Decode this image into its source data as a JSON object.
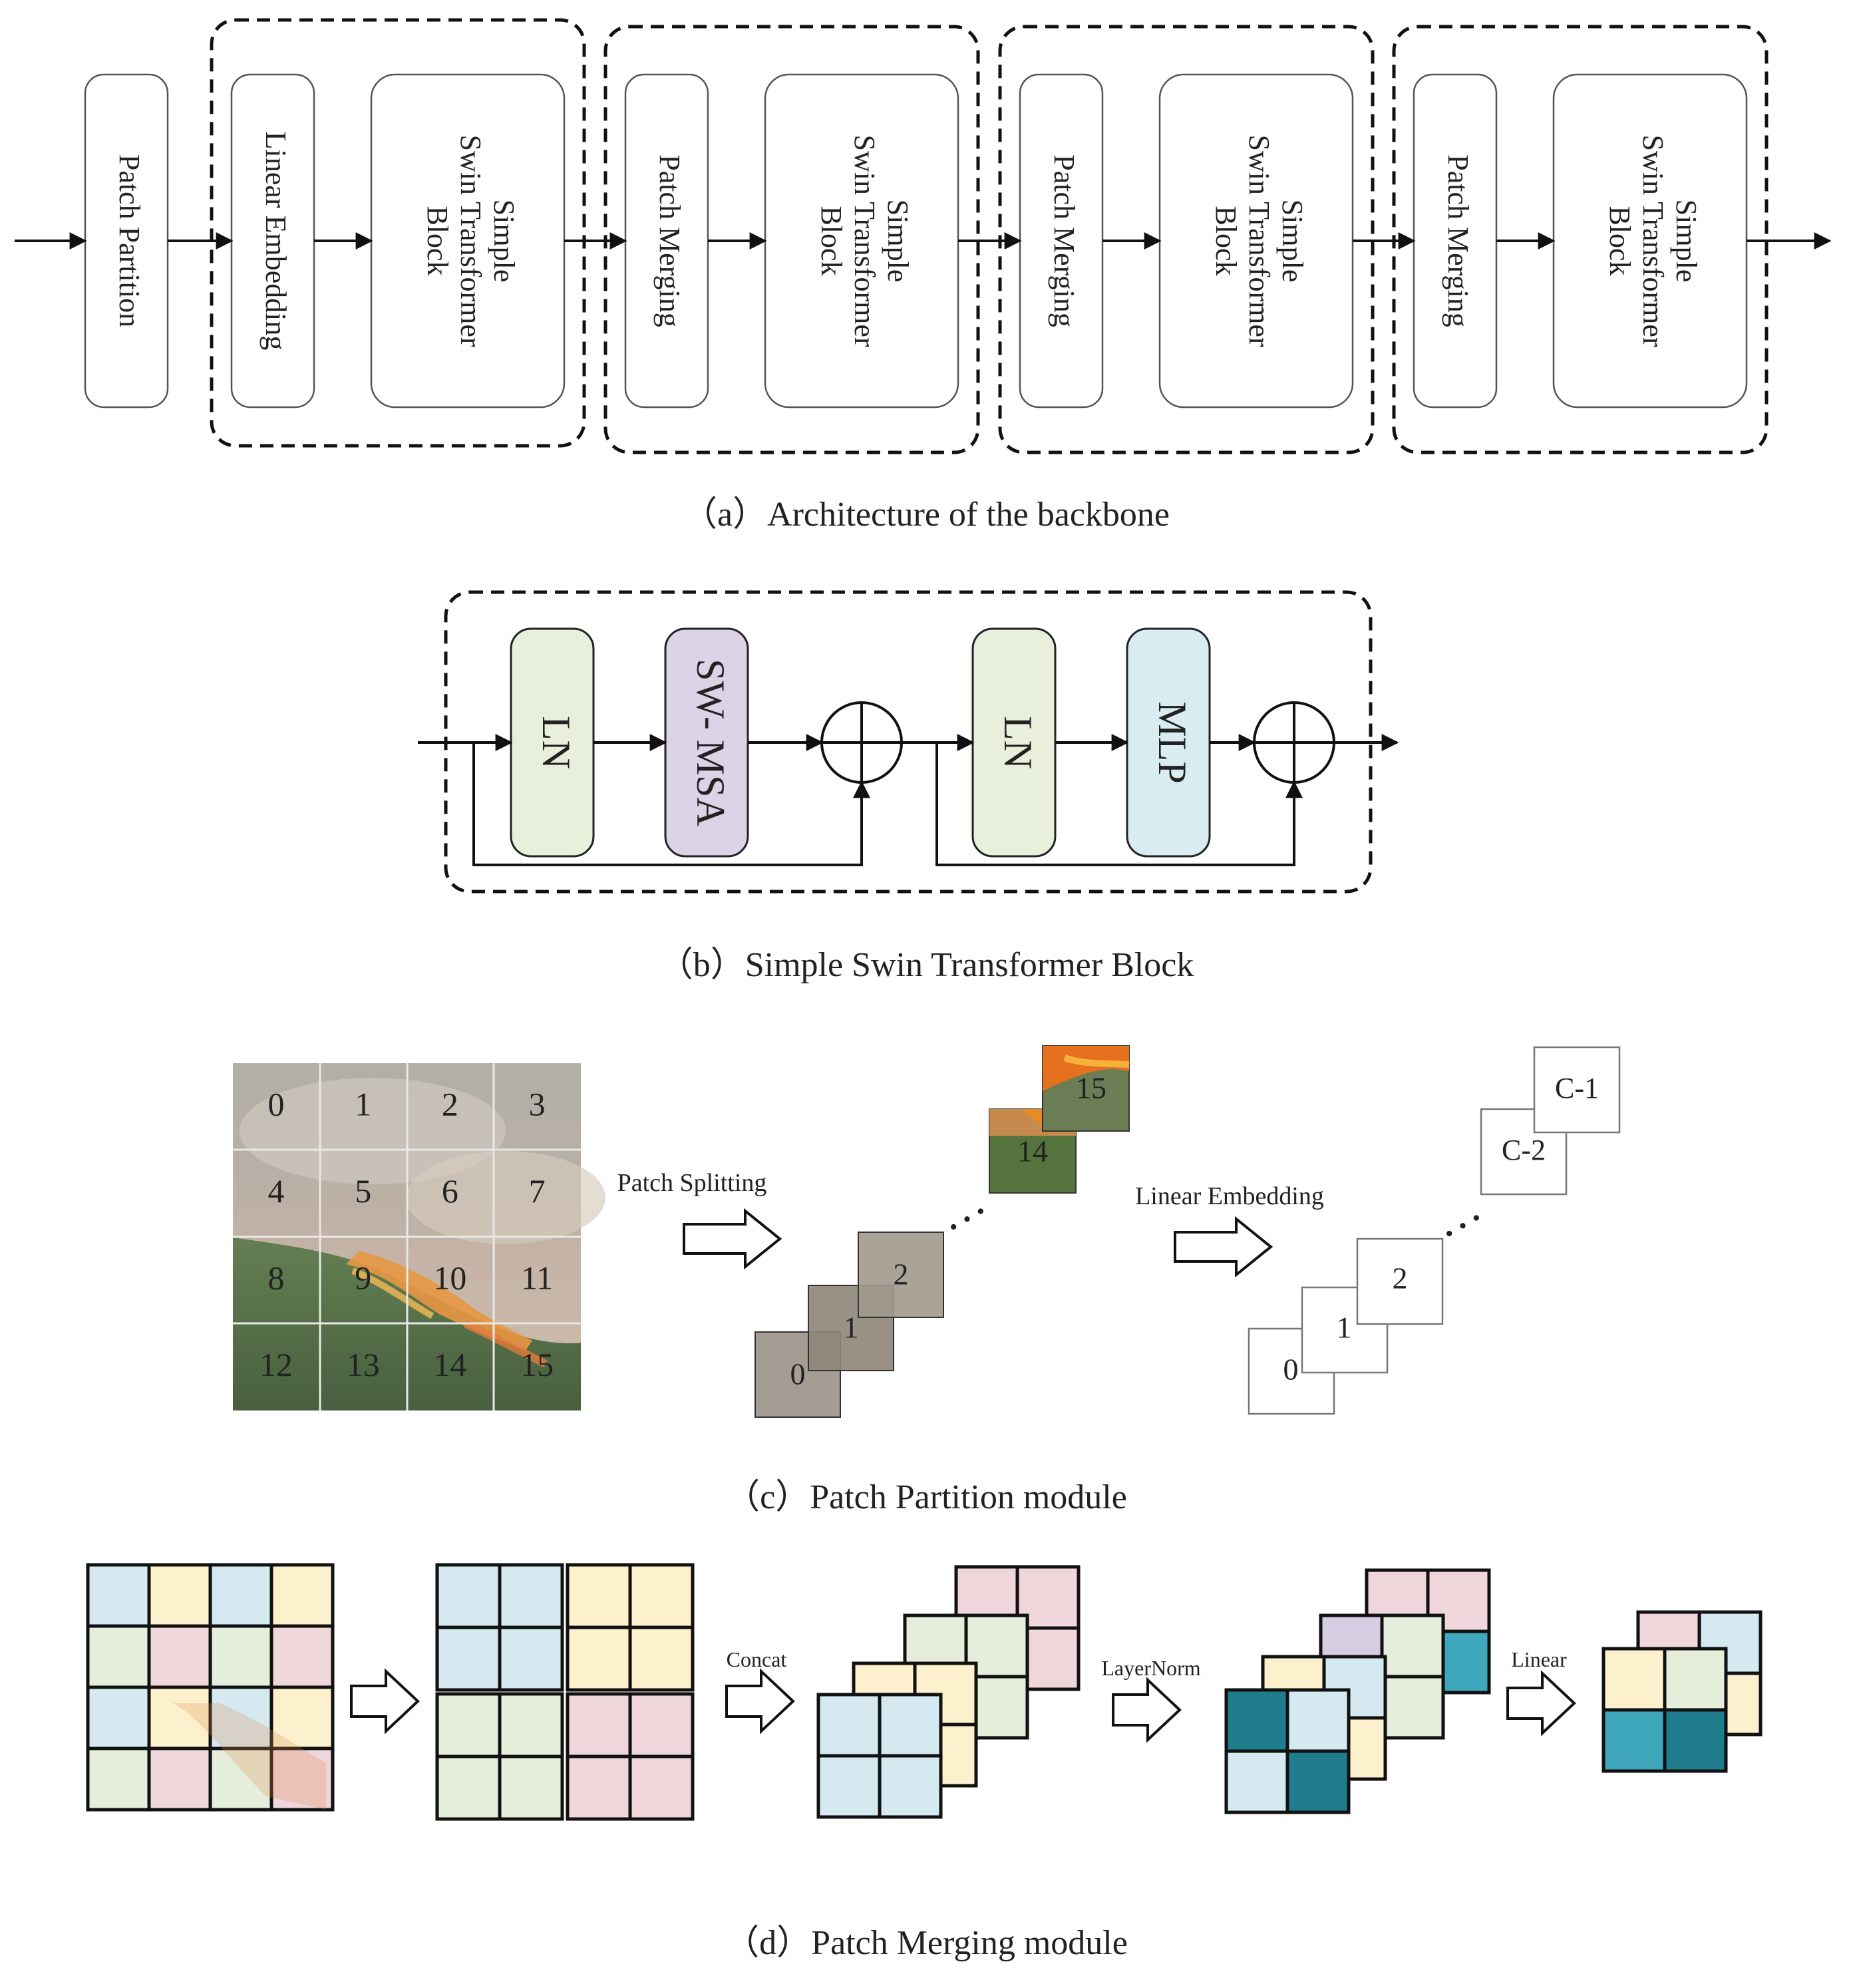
{
  "panel_a": {
    "caption": "（a）Architecture of the backbone",
    "patch_partition": "Patch Partition",
    "linear_embedding": "Linear Embedding",
    "patch_merging": "Patch Merging",
    "swin_block": [
      "Simple",
      "Swin Transformer",
      "Block"
    ]
  },
  "panel_b": {
    "caption": "（b）Simple Swin Transformer Block",
    "ln": "LN",
    "sw_msa": "SW- MSA",
    "mlp": "MLP"
  },
  "panel_c": {
    "caption": "（c）Patch Partition module",
    "grid_numbers": [
      "0",
      "1",
      "2",
      "3",
      "4",
      "5",
      "6",
      "7",
      "8",
      "9",
      "10",
      "11",
      "12",
      "13",
      "14",
      "15"
    ],
    "patch_splitting": "Patch Splitting",
    "linear_embedding": "Linear Embedding",
    "split_labels": [
      "0",
      "1",
      "2",
      "14",
      "15"
    ],
    "embed_labels": [
      "0",
      "1",
      "2",
      "C-2",
      "C-1"
    ],
    "ellipsis": "…"
  },
  "panel_d": {
    "caption": "（d）Patch Merging module",
    "concat": "Concat",
    "layernorm": "LayerNorm",
    "linear": "Linear"
  },
  "colors": {
    "ln": "#e8f0dc",
    "sw_msa": "#ddd3e6",
    "mlp": "#d8ecf1",
    "blue": "#d5e9f1",
    "yellow": "#fdf0cd",
    "green": "#e5eedb",
    "pink": "#efd6da",
    "purple": "#d7cde2",
    "teal_dark": "#1f7d8d",
    "teal_mid": "#3ea7bc"
  }
}
